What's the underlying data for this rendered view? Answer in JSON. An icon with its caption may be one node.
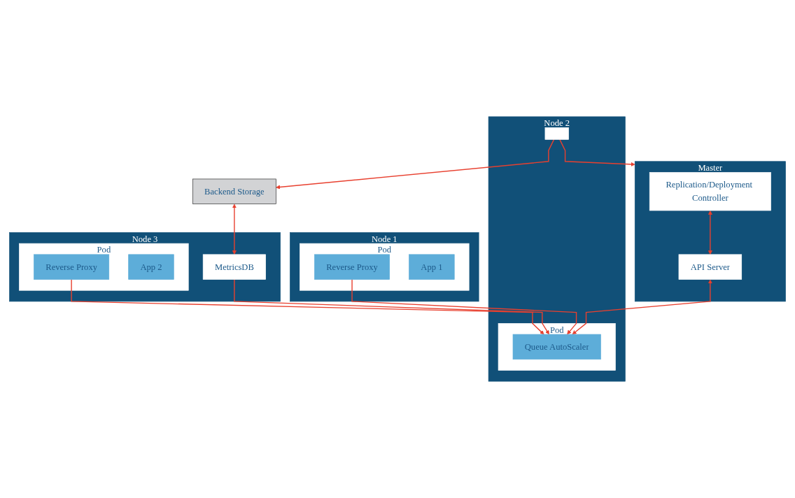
{
  "diagram": {
    "nodes": [
      {
        "text": [
          "Master"
        ]
      },
      {
        "text": [
          "Replication/Deployment Controller"
        ],
        "in": 0
      },
      {
        "text": [
          "API Server"
        ],
        "in": 0
      },
      {
        "text": [
          "Backend Storage"
        ]
      },
      {
        "text": [
          "Node 1"
        ]
      },
      {
        "text": [
          "Pod"
        ],
        "in": 4
      },
      {
        "text": [
          "Reverse Proxy"
        ],
        "in": 5
      },
      {
        "text": [
          "App 1"
        ],
        "in": 5
      },
      {
        "text": [
          "Node 2"
        ]
      },
      {
        "text": [],
        "shape": "box",
        "in": 8
      },
      {
        "text": [
          "Pod"
        ],
        "in": 8
      },
      {
        "text": [
          "Queue AutoScaler"
        ],
        "in": 10
      },
      {
        "text": [
          "Node 3"
        ]
      },
      {
        "text": [
          "MetricsDB"
        ],
        "in": 12
      },
      {
        "text": [
          "Pod"
        ],
        "in": 12
      },
      {
        "text": [
          "Reverse Proxy"
        ],
        "in": 14
      },
      {
        "text": [
          "App 2"
        ],
        "in": 14
      }
    ],
    "edges": [
      {
        "from": 1,
        "to": 2,
        "arrow": "both"
      },
      {
        "from": 2,
        "to": 11,
        "arrow": "both"
      },
      {
        "from": 9,
        "to": 0,
        "arrow": "to"
      },
      {
        "from": 9,
        "to": 3,
        "arrow": "to"
      },
      {
        "from": 3,
        "to": 13,
        "arrow": "both"
      },
      {
        "from": 13,
        "to": 11,
        "arrow": "to"
      },
      {
        "from": 6,
        "to": 11,
        "arrow": "to"
      },
      {
        "from": 15,
        "to": 11,
        "arrow": "to"
      }
    ]
  }
}
